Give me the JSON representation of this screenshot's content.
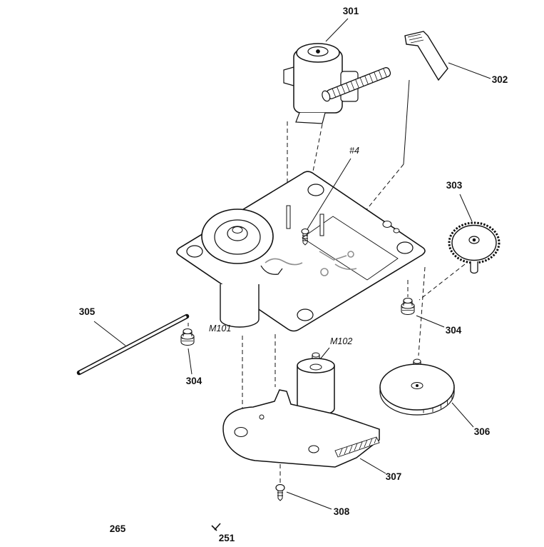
{
  "figure": {
    "kind": "exploded-parts-diagram",
    "background": "#ffffff",
    "stroke_color": "#111111",
    "detail_color": "#8f8f8f"
  },
  "labels": {
    "part_301": "301",
    "part_302": "302",
    "part_303": "303",
    "part_304_right": "304",
    "part_304_left": "304",
    "part_305": "305",
    "part_306": "306",
    "part_307": "307",
    "part_308": "308",
    "part_265": "265",
    "part_251": "251",
    "screw_ref": "#4",
    "motor_m101": "M101",
    "motor_m102": "M102"
  }
}
